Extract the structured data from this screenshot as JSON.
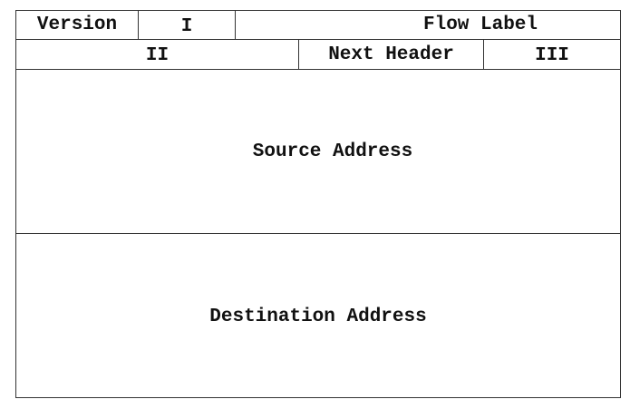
{
  "header": {
    "row1": {
      "version": "Version",
      "field_i": "I",
      "flow_label": "Flow Label"
    },
    "row2": {
      "field_ii": "II",
      "next_header": "Next Header",
      "field_iii": "III"
    },
    "source_address": "Source Address",
    "destination_address": "Destination Address"
  }
}
